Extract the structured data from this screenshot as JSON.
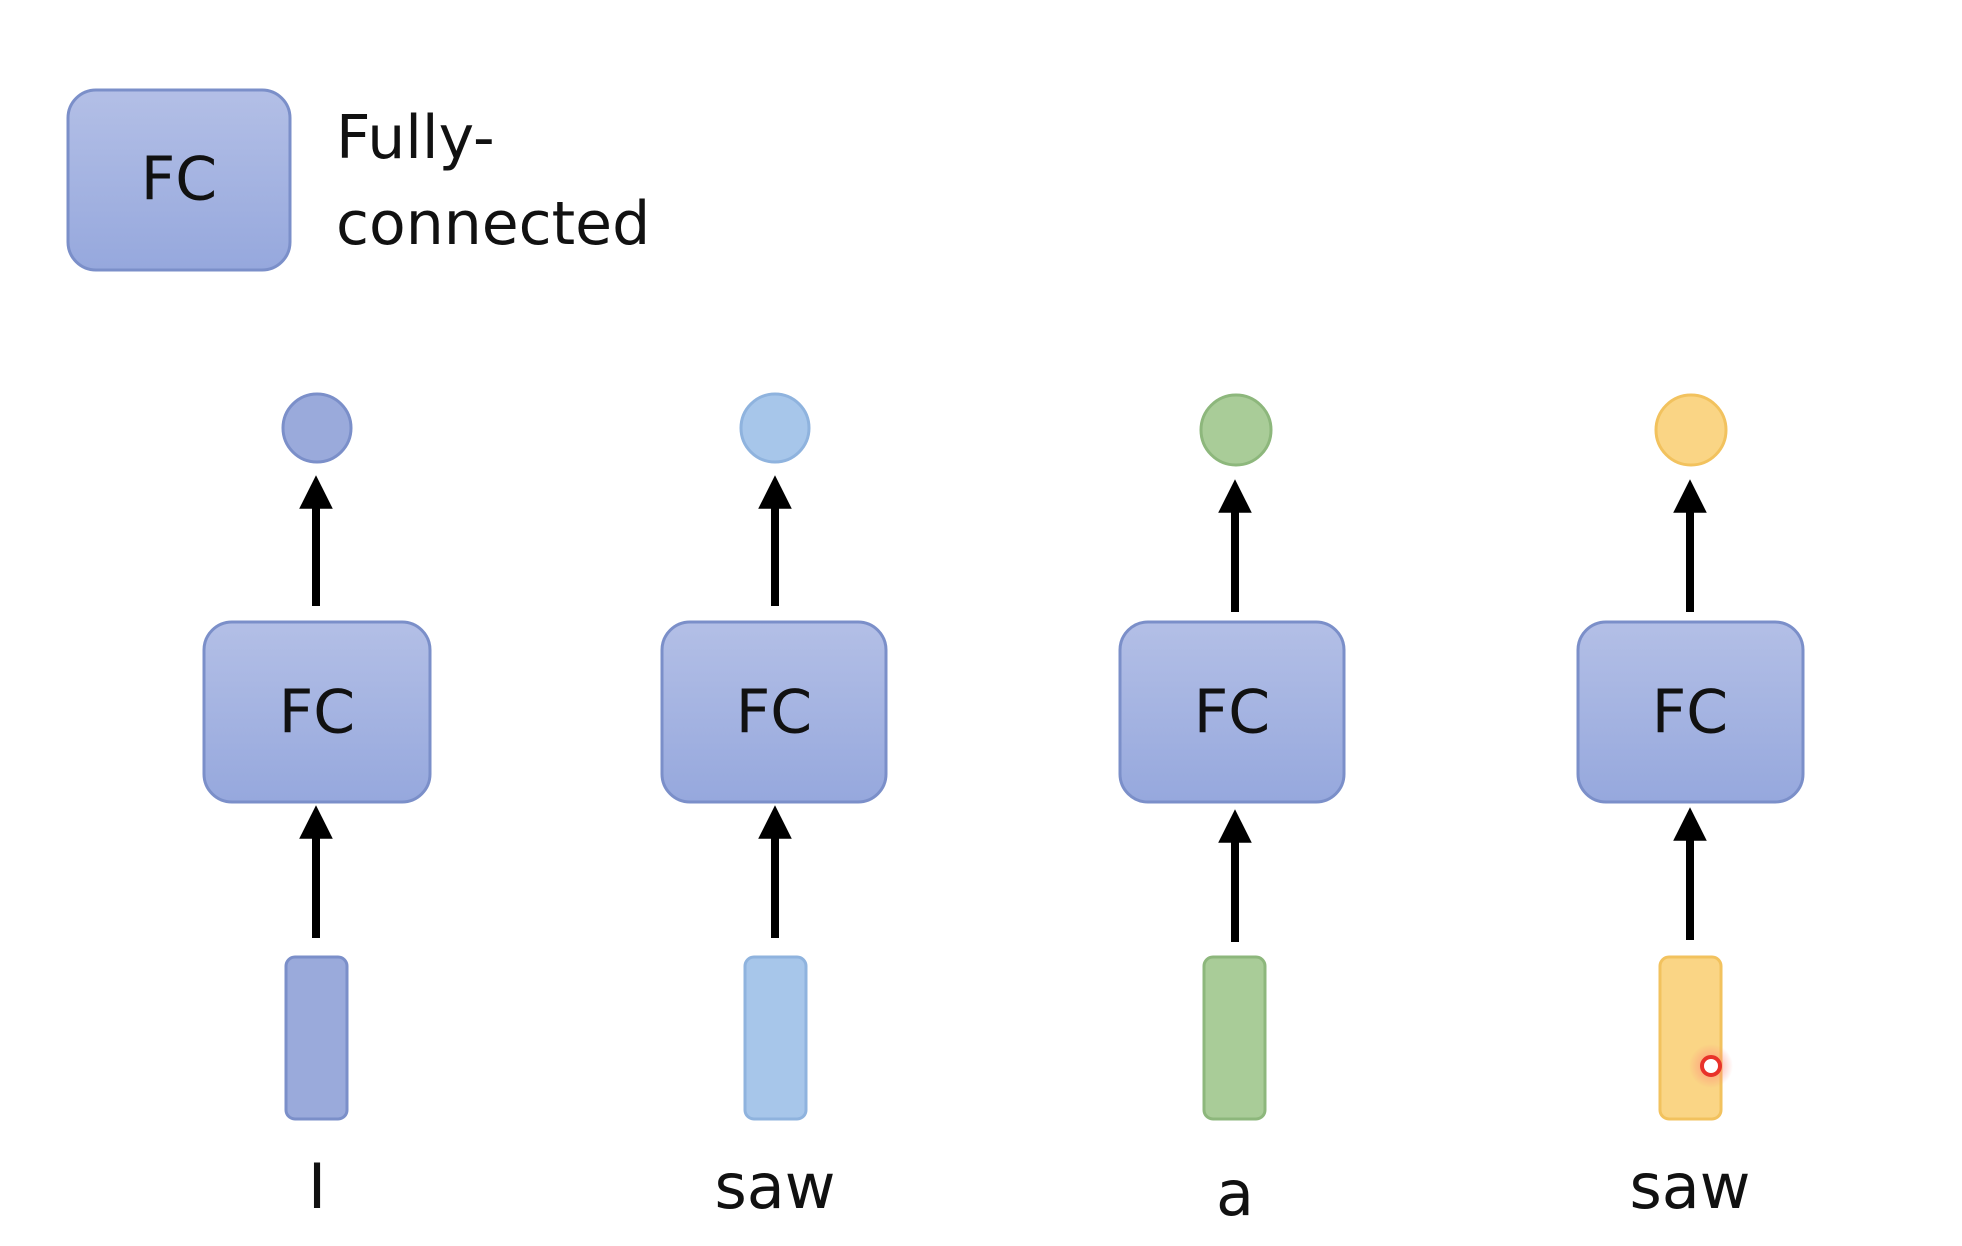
{
  "legend": {
    "box_label": "FC",
    "description_line1": "Fully-",
    "description_line2": "connected"
  },
  "columns": [
    {
      "word": "I",
      "fc_label": "FC",
      "color": "#9aaadb",
      "stroke": "#7b8fc9"
    },
    {
      "word": "saw",
      "fc_label": "FC",
      "color": "#a7c6ea",
      "stroke": "#8fb3de"
    },
    {
      "word": "a",
      "fc_label": "FC",
      "color": "#a9cc98",
      "stroke": "#8db77c"
    },
    {
      "word": "saw",
      "fc_label": "FC",
      "color": "#fad585",
      "stroke": "#f2c25e"
    }
  ],
  "colors": {
    "fc_fill_top": "#b3bfe6",
    "fc_fill_bottom": "#96a8dd",
    "fc_stroke": "#7b8fc9",
    "arrow": "#000000",
    "cursor": "#e8322a"
  }
}
